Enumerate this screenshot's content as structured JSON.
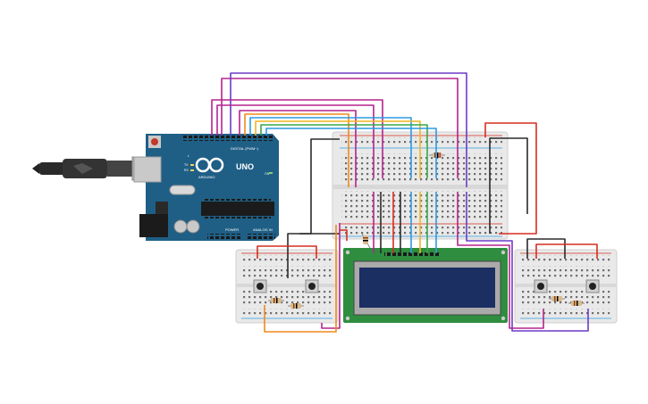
{
  "arduino": {
    "logo_text": "ARDUINO",
    "model": "UNO",
    "digital_label": "DIGITAL (PWM~)",
    "power_label": "POWER",
    "analog_label": "ANALOG IN",
    "tx_label": "TX",
    "rx_label": "RX",
    "l_label": "L",
    "on_label": "ON"
  },
  "colors": {
    "board": "#1f5f86",
    "breadboard": "#e9e9e9",
    "lcd_pcb": "#2f8d3f",
    "lcd_screen": "#1c2f63",
    "wire_magenta": "#b5238e",
    "wire_red": "#d62d20",
    "wire_black": "#2b2b2b",
    "wire_blue": "#2b9be0",
    "wire_green": "#37a84a",
    "wire_yellow": "#f2b51f",
    "wire_purple": "#6c3cc8",
    "wire_orange": "#f08a1c"
  },
  "components": [
    "usb-cable",
    "arduino-uno",
    "main-breadboard",
    "lcd-16x2",
    "left-button-breadboard",
    "right-button-breadboard"
  ]
}
